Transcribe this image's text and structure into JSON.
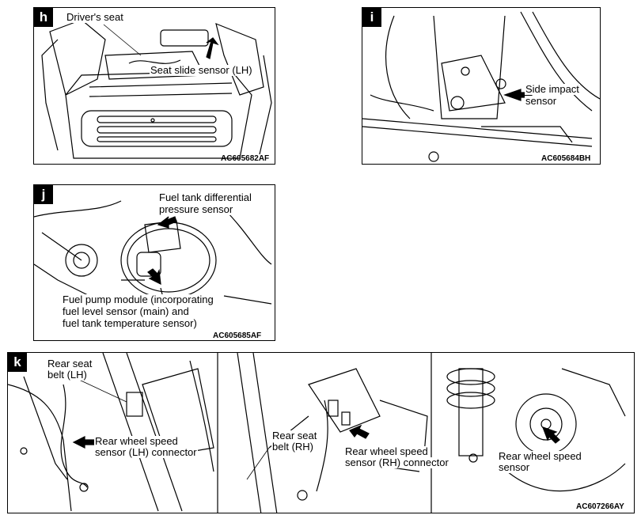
{
  "panels": {
    "h": {
      "letter": "h",
      "labels": {
        "drivers_seat": "Driver's seat",
        "seat_slide_sensor": "Seat slide sensor (LH)"
      },
      "code": "AC605682AF"
    },
    "i": {
      "letter": "i",
      "labels": {
        "side_impact_1": "Side impact",
        "side_impact_2": "sensor"
      },
      "code": "AC605684BH"
    },
    "j": {
      "letter": "j",
      "labels": {
        "diff_sensor_1": "Fuel tank differential",
        "diff_sensor_2": "pressure sensor",
        "pump_1": "Fuel pump module (incorporating",
        "pump_2": "fuel level sensor (main) and",
        "pump_3": "fuel tank temperature sensor)"
      },
      "code": "AC605685AF"
    },
    "k": {
      "letter": "k",
      "labels": {
        "rear_belt_lh_1": "Rear seat",
        "rear_belt_lh_2": "belt (LH)",
        "wheel_lh_1": "Rear wheel speed",
        "wheel_lh_2": "sensor (LH) connector",
        "rear_belt_rh_1": "Rear seat",
        "rear_belt_rh_2": "belt (RH)",
        "wheel_rh_1": "Rear wheel speed",
        "wheel_rh_2": "sensor (RH) connector",
        "wheel_sensor_1": "Rear wheel speed",
        "wheel_sensor_2": "sensor"
      },
      "code": "AC607266AY"
    }
  }
}
